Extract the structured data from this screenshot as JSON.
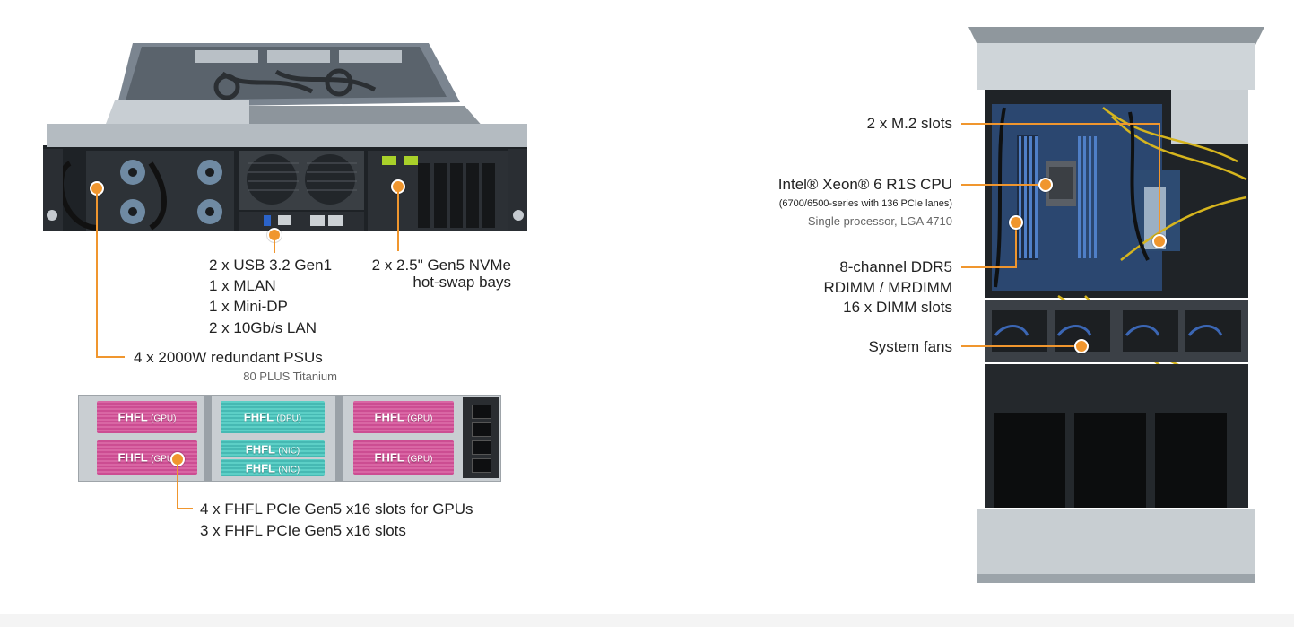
{
  "colors": {
    "accent": "#f0962e",
    "gpu_slot": "#d65ea0",
    "nic_slot": "#52c6c0"
  },
  "left": {
    "io": [
      "2 x USB 3.2 Gen1",
      "1 x MLAN",
      "1 x Mini-DP",
      "2 x 10Gb/s LAN"
    ],
    "nvme": [
      "2 x 2.5\" Gen5 NVMe",
      "hot-swap bays"
    ],
    "psu": {
      "title": "4 x 2000W redundant PSUs",
      "sub": "80 PLUS Titanium"
    },
    "slots": {
      "fhfl": "FHFL",
      "gpu": "(GPU)",
      "dpu": "(DPU)",
      "nic": "(NIC)",
      "lines": [
        "4 x FHFL PCIe Gen5 x16 slots for GPUs",
        "3 x FHFL PCIe Gen5 x16 slots"
      ]
    }
  },
  "right": {
    "m2": "2 x M.2 slots",
    "cpu": {
      "title": "Intel® Xeon® 6 R1S CPU",
      "detail": "(6700/6500-series with 136 PCIe lanes)",
      "sub": "Single processor, LGA 4710"
    },
    "memory": [
      "8-channel DDR5",
      "RDIMM / MRDIMM",
      "16 x DIMM slots"
    ],
    "fans": "System fans"
  }
}
